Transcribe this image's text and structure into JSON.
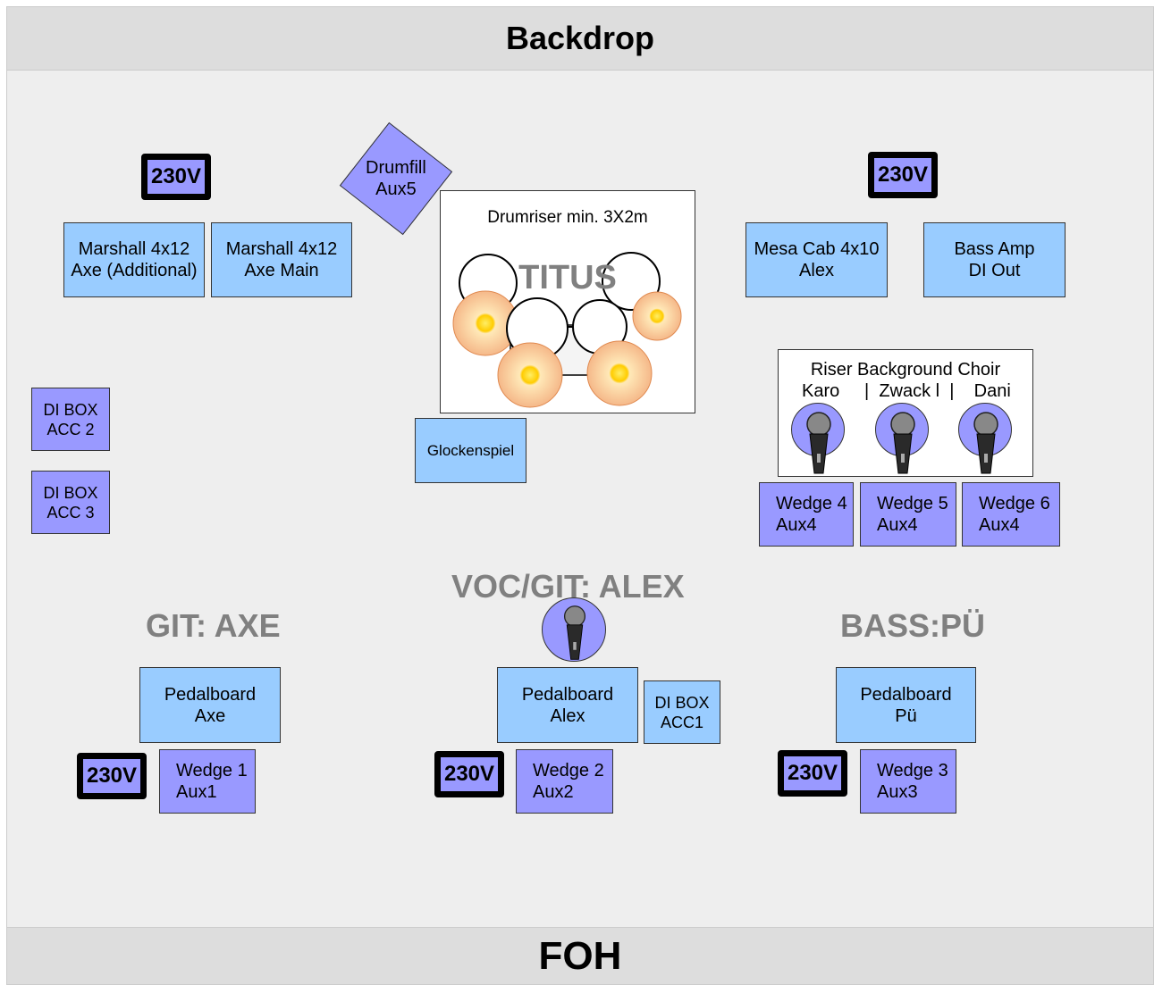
{
  "bands": {
    "backdrop": "Backdrop",
    "foh": "FOH"
  },
  "power_label": "230V",
  "amps": {
    "marshall_add": [
      "Marshall 4x12",
      "Axe (Additional)"
    ],
    "marshall_main": [
      "Marshall 4x12",
      "Axe Main"
    ],
    "mesa": [
      "Mesa Cab 4x10",
      "Alex"
    ],
    "bass_amp": [
      "Bass Amp",
      "DI Out"
    ]
  },
  "drumfill": [
    "Drumfill",
    "Aux5"
  ],
  "drumriser": {
    "title": "Drumriser min. 3X2m",
    "name": "TITUS"
  },
  "glockenspiel": "Glockenspiel",
  "di_boxes": {
    "acc2": [
      "DI BOX",
      "ACC 2"
    ],
    "acc3": [
      "DI BOX",
      "ACC 3"
    ],
    "acc1": [
      "DI BOX",
      "ACC1"
    ]
  },
  "choir": {
    "title": "Riser Background Choir",
    "names": "Karo     |  Zwack l  |    Dani"
  },
  "wedges": {
    "w1": [
      "Wedge 1",
      "Aux1"
    ],
    "w2": [
      "Wedge 2",
      "Aux2"
    ],
    "w3": [
      "Wedge 3",
      "Aux3"
    ],
    "w4": [
      "Wedge 4",
      "Aux4"
    ],
    "w5": [
      "Wedge 5",
      "Aux4"
    ],
    "w6": [
      "Wedge 6",
      "Aux4"
    ]
  },
  "musicians": {
    "axe": "GIT: AXE",
    "alex": "VOC/GIT: ALEX",
    "pue": "BASS:PÜ"
  },
  "pedalboards": {
    "axe": [
      "Pedalboard",
      "Axe"
    ],
    "alex": [
      "Pedalboard",
      "Alex"
    ],
    "pue": [
      "Pedalboard",
      "Pü"
    ]
  },
  "colors": {
    "light_box": "#99ccff",
    "purple_box": "#9999ff",
    "name_grey": "#808080",
    "cymbal": "#ffcc00"
  }
}
